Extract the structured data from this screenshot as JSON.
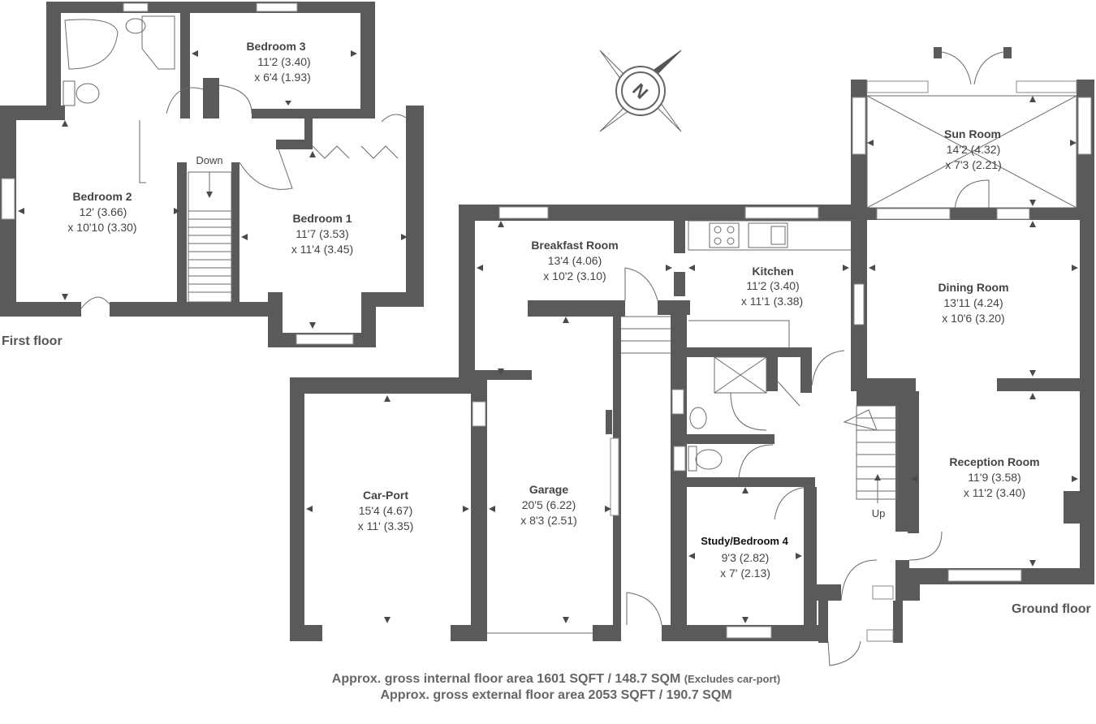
{
  "first_floor": {
    "label": "First floor",
    "rooms": {
      "bedroom3": {
        "name": "Bedroom 3",
        "dim1": "11'2 (3.40)",
        "dim2": "x 6'4 (1.93)"
      },
      "bedroom2": {
        "name": "Bedroom 2",
        "dim1": "12' (3.66)",
        "dim2": "x 10'10 (3.30)"
      },
      "bedroom1": {
        "name": "Bedroom 1",
        "dim1": "11'7 (3.53)",
        "dim2": "x 11'4 (3.45)"
      }
    },
    "stairs_label": "Down"
  },
  "ground_floor": {
    "label": "Ground floor",
    "rooms": {
      "sun_room": {
        "name": "Sun Room",
        "dim1": "14'2 (4.32)",
        "dim2": "x 7'3 (2.21)"
      },
      "breakfast_room": {
        "name": "Breakfast Room",
        "dim1": "13'4 (4.06)",
        "dim2": "x 10'2 (3.10)"
      },
      "kitchen": {
        "name": "Kitchen",
        "dim1": "11'2 (3.40)",
        "dim2": "x 11'1 (3.38)"
      },
      "dining_room": {
        "name": "Dining Room",
        "dim1": "13'11 (4.24)",
        "dim2": "x 10'6 (3.20)"
      },
      "reception_room": {
        "name": "Reception Room",
        "dim1": "11'9 (3.58)",
        "dim2": "x 11'2 (3.40)"
      },
      "car_port": {
        "name": "Car-Port",
        "dim1": "15'4 (4.67)",
        "dim2": "x 11' (3.35)"
      },
      "garage": {
        "name": "Garage",
        "dim1": "20'5 (6.22)",
        "dim2": "x 8'3 (2.51)"
      },
      "study": {
        "name": "Study/Bedroom 4",
        "dim1": "9'3 (2.82)",
        "dim2": "x 7' (2.13)"
      }
    },
    "stairs_label": "Up"
  },
  "compass": {
    "label": "N",
    "icon": "compass-icon"
  },
  "area": {
    "internal": "Approx. gross internal floor area 1601 SQFT / 148.7 SQM",
    "internal_note": "(Excludes car-port)",
    "external": "Approx. gross external floor area 2053 SQFT / 190.7 SQM"
  }
}
